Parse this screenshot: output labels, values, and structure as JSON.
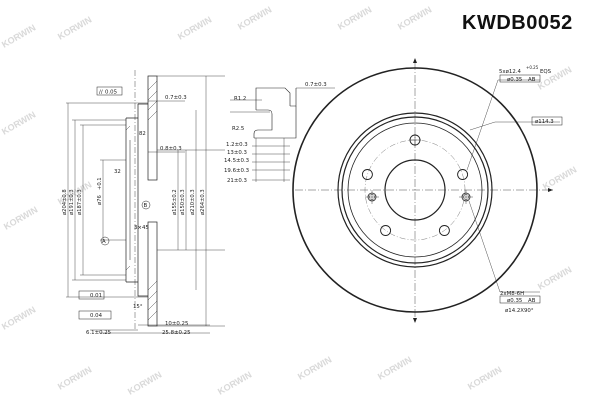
{
  "part_code": "KWDB0052",
  "watermark": "KORWIN",
  "section_view": {
    "flatness": "0.05",
    "runout": "0.04",
    "vertical_dims": [
      "ø204±0.8",
      "ø191±0.3",
      "ø187±0.3",
      "ø76",
      "ø155±0.2",
      "ø150±0.3",
      "ø210±0.3",
      "ø264±0.3"
    ],
    "bore_tol": "+0.1",
    "top_dim": "0.7±0.3",
    "mid_dim": "0.8±0.3",
    "r82": "82",
    "r32": "32",
    "chamfer": "3×45",
    "angle": "15°",
    "bottom_dims": [
      "10±0.25",
      "25.8±0.25",
      "6.1±0.25"
    ],
    "parallelism": "0.01",
    "datum_a": "A",
    "datum_b": "B"
  },
  "detail_view": {
    "radii": [
      "R1.2",
      "R2.5"
    ],
    "top_dim": "0.7±0.3",
    "dims": [
      "1.2±0.3",
      "13±0.3",
      "14.5±0.3",
      "19.6±0.3",
      "21±0.3"
    ]
  },
  "front_view": {
    "holes_top": "5xø12.4",
    "holes_tol": "+0.25",
    "holes_eqs": "EQS",
    "holes_pos": "ø0.35",
    "pcd": "ø114.3",
    "thread": "2xM8-6H",
    "thread_pos": "ø0.35",
    "thread_depth": "ø14.2X90°",
    "datum": "AB"
  }
}
